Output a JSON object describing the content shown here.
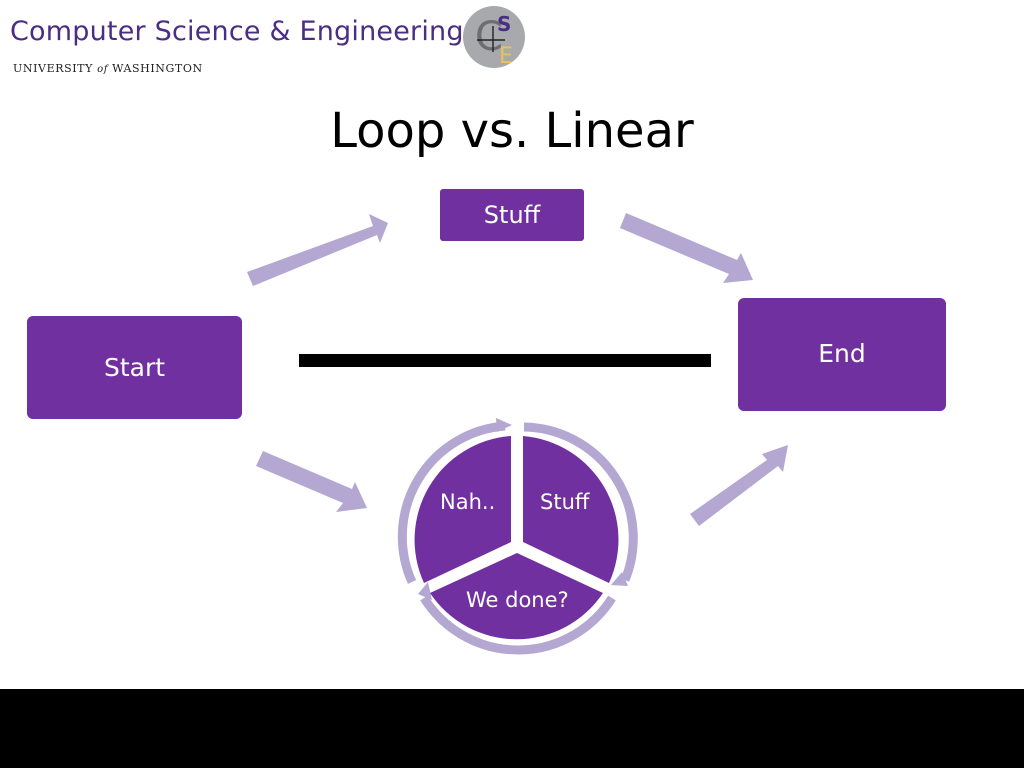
{
  "header": {
    "title": "Computer Science & Engineering",
    "university_prefix": "UNIVERSITY",
    "university_of": "of",
    "university_suffix": "WASHINGTON",
    "logo_letters": [
      "C",
      "S",
      "E"
    ]
  },
  "slide": {
    "title": "Loop vs. Linear"
  },
  "nodes": {
    "stuff_top": "Stuff",
    "start": "Start",
    "end": "End"
  },
  "cycle": {
    "segments": [
      "Stuff",
      "We done?",
      "Nah.."
    ]
  },
  "colors": {
    "node_fill": "#7030a0",
    "arrow_fill": "#b4a7d1",
    "header_text": "#4b2e83",
    "divider": "#000000"
  }
}
